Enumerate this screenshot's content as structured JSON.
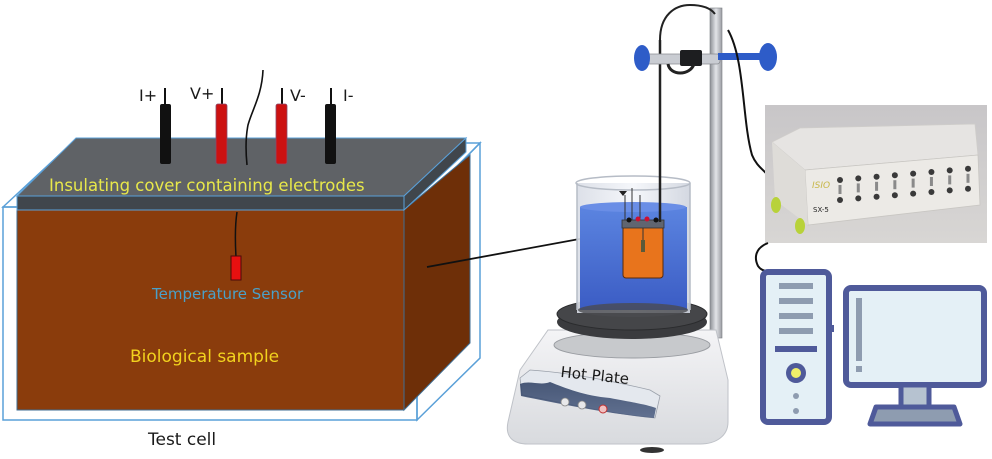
{
  "diagram": {
    "test_cell": {
      "caption": "Test cell",
      "cover_label": "Insulating cover containing electrodes",
      "sample_label": "Biological sample",
      "sensor_label": "Temperature Sensor",
      "electrodes": [
        {
          "label": "I+",
          "color": "#111111"
        },
        {
          "label": "V+",
          "color": "#cc1111"
        },
        {
          "label": "V-",
          "color": "#cc1111"
        },
        {
          "label": "I-",
          "color": "#111111"
        }
      ],
      "colors": {
        "sample": "#8a3c0c",
        "sample_side": "#6e2f08",
        "cover": "#5f6266",
        "cover_edge": "#40464c",
        "outline": "#5aa0d8",
        "sensor": "#e81010"
      }
    },
    "hot_plate": {
      "label": "Hot Plate",
      "colors": {
        "water": "#4a6fd0",
        "cell": "#e8741c",
        "clamp_knob": "#2e5cc8"
      }
    },
    "data_logger": {
      "model_label": "SX-5",
      "channel_count": 8
    },
    "computer": {
      "colors": {
        "outline": "#4f5a9a",
        "fill": "#e4f0f6",
        "bar": "#8e9cb0",
        "button": "#f0ee6a"
      }
    }
  }
}
